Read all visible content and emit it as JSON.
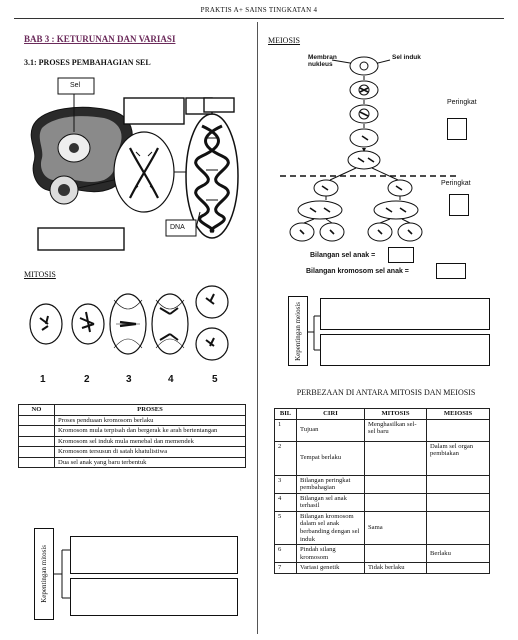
{
  "header": {
    "title": "PRAKTIS A+ SAINS TINGKATAN 4"
  },
  "chapter": {
    "title": "BAB 3 : KETURUNAN DAN VARIASI"
  },
  "section": {
    "title": "3.1:  PROSES PEMBAHAGIAN SEL"
  },
  "cell_diagram": {
    "label_sel": "Sel",
    "label_dna": "DNA"
  },
  "mitosis": {
    "title": "MITOSIS",
    "stage_numbers": [
      "1",
      "2",
      "3",
      "4",
      "5"
    ],
    "table": {
      "headers": [
        "NO",
        "PROSES"
      ],
      "rows": [
        "Proses penduaan kromosom berlaku",
        "Kromosom mula terpisah dan bergerak ke arah bertentangan",
        "Kromosom sel induk mula menebal dan memendek",
        "Kromosom tersusun di satah khatulistiwa",
        "Dua sel anak yang baru terbentuk"
      ]
    },
    "importance_label": "Kepentingan mitosis"
  },
  "meiosis": {
    "title": "MEIOSIS",
    "label_membrane": "Membran nukleus",
    "label_parent": "Sel induk",
    "label_stage1": "Peringkat",
    "label_stage2": "Peringkat",
    "daughter_count_label": "Bilangan sel anak =",
    "daughter_chrom_label": "Bilangan kromosom sel anak =",
    "importance_label": "Kepentingan meiosis"
  },
  "comparison": {
    "title": "PERBEZAAN DI ANTARA MITOSIS DAN MEIOSIS",
    "headers": [
      "BIL",
      "CIRI",
      "MITOSIS",
      "MEIOSIS"
    ],
    "rows": [
      {
        "bil": "1",
        "ciri": "Tujuan",
        "mitosis": "Menghasilkan sel-sel baru",
        "meiosis": ""
      },
      {
        "bil": "2",
        "ciri": "Tempat berlaku",
        "mitosis": "",
        "meiosis": "Dalam sel organ pembiakan"
      },
      {
        "bil": "3",
        "ciri": "Bilangan peringkat pembahagian",
        "mitosis": "",
        "meiosis": ""
      },
      {
        "bil": "4",
        "ciri": "Bilangan sel anak terhasil",
        "mitosis": "",
        "meiosis": ""
      },
      {
        "bil": "5",
        "ciri": "Bilangan kromosom dalam sel anak berbanding dengan sel induk",
        "mitosis": "Sama",
        "meiosis": ""
      },
      {
        "bil": "6",
        "ciri": "Pindah silang kromosom",
        "mitosis": "",
        "meiosis": "Berlaku"
      },
      {
        "bil": "7",
        "ciri": "Variasi genetik",
        "mitosis": "Tidak  berlaku",
        "meiosis": ""
      }
    ]
  }
}
